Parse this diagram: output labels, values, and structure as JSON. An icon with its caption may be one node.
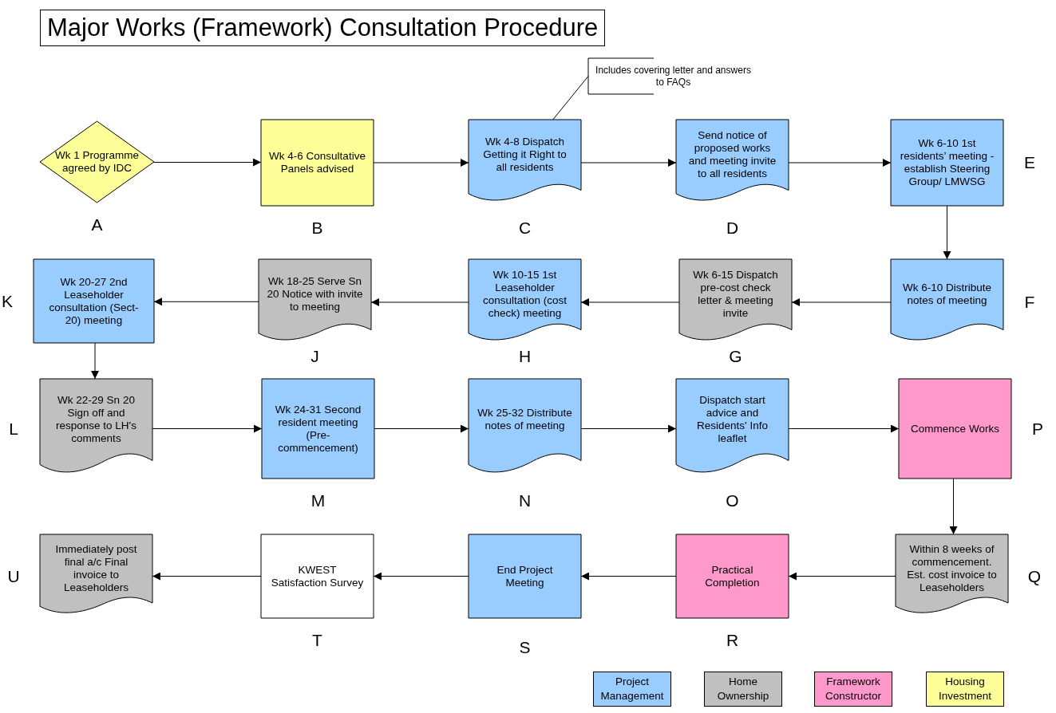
{
  "diagram": {
    "title": "Major Works (Framework) Consultation Procedure",
    "nodes": [
      {
        "text": [
          "Includes covering letter and answers to FAQs"
        ]
      },
      {
        "text": [
          "Wk 1 Programme agreed by IDC"
        ],
        "beside": [
          "A"
        ]
      },
      {
        "text": [
          "Wk 4-6 Consultative Panels advised"
        ],
        "beside": [
          "B"
        ]
      },
      {
        "text": [
          "Wk 4-8 Dispatch Getting it Right to all residents"
        ],
        "beside": [
          "C"
        ]
      },
      {
        "text": [
          "Send notice of proposed works and meeting invite to all residents"
        ],
        "beside": [
          "D"
        ]
      },
      {
        "text": [
          "Wk 6-10 1st residents’ meeting - establish Steering Group/ LMWSG"
        ],
        "beside": [
          "E"
        ]
      },
      {
        "text": [
          "Wk 20-27 2nd Leaseholder consultation (Sect-20) meeting"
        ],
        "beside": [
          "K"
        ]
      },
      {
        "text": [
          "Wk 18-25 Serve Sn 20 Notice with invite to meeting"
        ],
        "beside": [
          "J"
        ]
      },
      {
        "text": [
          "Wk 10-15 1st Leaseholder consultation (cost check) meeting"
        ],
        "beside": [
          "H"
        ]
      },
      {
        "text": [
          "Wk 6-15 Dispatch pre-cost check letter & meeting invite"
        ],
        "beside": [
          "G"
        ]
      },
      {
        "text": [
          "Wk 6-10 Distribute notes of meeting"
        ],
        "beside": [
          "F"
        ]
      },
      {
        "text": [
          "Wk 22-29 Sn 20 Sign off and response to LH's comments"
        ],
        "beside": [
          "L"
        ]
      },
      {
        "text": [
          "Wk 24-31 Second resident meeting (Pre-commencement)"
        ],
        "beside": [
          "M"
        ]
      },
      {
        "text": [
          "Wk 25-32 Distribute notes of meeting"
        ],
        "beside": [
          "N"
        ]
      },
      {
        "text": [
          "Dispatch start advice and Residents' Info leaflet"
        ],
        "beside": [
          "O"
        ]
      },
      {
        "text": [
          "Commence Works"
        ],
        "beside": [
          "P"
        ]
      },
      {
        "text": [
          "Immediately post final a/c Final invoice to Leaseholders"
        ],
        "beside": [
          "U"
        ]
      },
      {
        "text": [
          "KWEST Satisfaction Survey"
        ],
        "beside": [
          "T"
        ]
      },
      {
        "text": [
          "End Project Meeting"
        ],
        "beside": [
          "S"
        ]
      },
      {
        "text": [
          "Practical Completion"
        ],
        "beside": [
          "R"
        ]
      },
      {
        "text": [
          "Within 8 weeks of commencement. Est. cost invoice to Leaseholders"
        ],
        "beside": [
          "Q"
        ]
      }
    ],
    "edges": [
      {
        "from": 0,
        "to": 3,
        "arrow": "none"
      },
      {
        "from": 1,
        "to": 2,
        "arrow": "to"
      },
      {
        "from": 2,
        "to": 3,
        "arrow": "to"
      },
      {
        "from": 3,
        "to": 4,
        "arrow": "to"
      },
      {
        "from": 4,
        "to": 5,
        "arrow": "to"
      },
      {
        "from": 5,
        "to": 10,
        "arrow": "to"
      },
      {
        "from": 10,
        "to": 9,
        "arrow": "to"
      },
      {
        "from": 9,
        "to": 8,
        "arrow": "to"
      },
      {
        "from": 8,
        "to": 7,
        "arrow": "to"
      },
      {
        "from": 7,
        "to": 6,
        "arrow": "to"
      },
      {
        "from": 6,
        "to": 11,
        "arrow": "to"
      },
      {
        "from": 11,
        "to": 12,
        "arrow": "to"
      },
      {
        "from": 12,
        "to": 13,
        "arrow": "to"
      },
      {
        "from": 13,
        "to": 14,
        "arrow": "to"
      },
      {
        "from": 14,
        "to": 15,
        "arrow": "to"
      },
      {
        "from": 15,
        "to": 20,
        "arrow": "to"
      },
      {
        "from": 20,
        "to": 19,
        "arrow": "to"
      },
      {
        "from": 19,
        "to": 18,
        "arrow": "to"
      },
      {
        "from": 18,
        "to": 17,
        "arrow": "to"
      },
      {
        "from": 17,
        "to": 16,
        "arrow": "to"
      }
    ],
    "legend": [
      {
        "text": "Project Management",
        "color": "#99ccff"
      },
      {
        "text": "Home Ownership",
        "color": "#c0c0c0"
      },
      {
        "text": "Framework Constructor",
        "color": "#ff99cc"
      },
      {
        "text": "Housing Investment",
        "color": "#ffff99"
      }
    ]
  }
}
